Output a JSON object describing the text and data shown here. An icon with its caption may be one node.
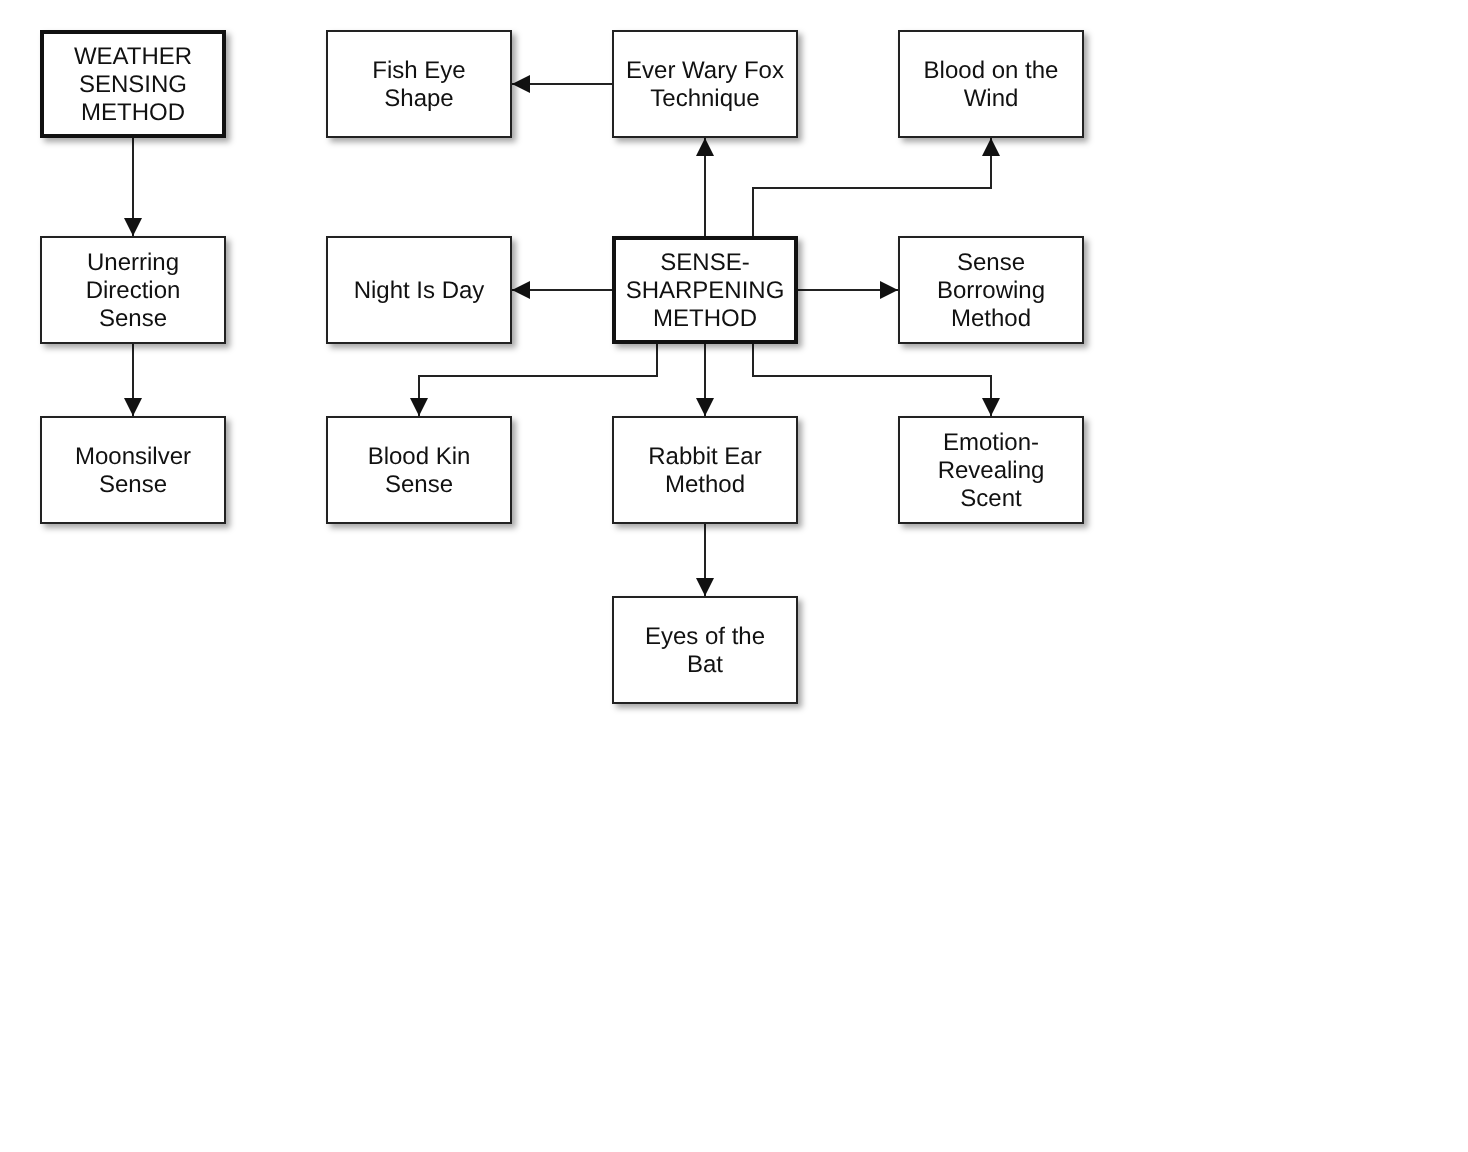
{
  "diagram": {
    "nodes": [
      {
        "text": [
          "WEATHER SENSING METHOD"
        ]
      },
      {
        "text": [
          "Fish Eye Shape"
        ]
      },
      {
        "text": [
          "Ever Wary Fox Technique"
        ]
      },
      {
        "text": [
          "Blood on the Wind"
        ]
      },
      {
        "text": [
          "Unerring Direction Sense"
        ]
      },
      {
        "text": [
          "Night Is Day"
        ]
      },
      {
        "text": [
          "SENSE-SHARPENING METHOD"
        ]
      },
      {
        "text": [
          "Sense Borrowing Method"
        ]
      },
      {
        "text": [
          "Moonsilver Sense"
        ]
      },
      {
        "text": [
          "Blood Kin Sense"
        ]
      },
      {
        "text": [
          "Rabbit Ear Method"
        ]
      },
      {
        "text": [
          "Emotion-Revealing Scent"
        ]
      },
      {
        "text": [
          "Eyes of the Bat"
        ]
      }
    ],
    "edges": [
      {
        "from": 0,
        "to": 4,
        "arrow": "to"
      },
      {
        "from": 4,
        "to": 8,
        "arrow": "to"
      },
      {
        "from": 2,
        "to": 1,
        "arrow": "to"
      },
      {
        "from": 6,
        "to": 2,
        "arrow": "to"
      },
      {
        "from": 6,
        "to": 3,
        "arrow": "to"
      },
      {
        "from": 6,
        "to": 5,
        "arrow": "to"
      },
      {
        "from": 6,
        "to": 7,
        "arrow": "to"
      },
      {
        "from": 6,
        "to": 9,
        "arrow": "to"
      },
      {
        "from": 6,
        "to": 10,
        "arrow": "to"
      },
      {
        "from": 6,
        "to": 11,
        "arrow": "to"
      },
      {
        "from": 10,
        "to": 12,
        "arrow": "to"
      }
    ]
  }
}
